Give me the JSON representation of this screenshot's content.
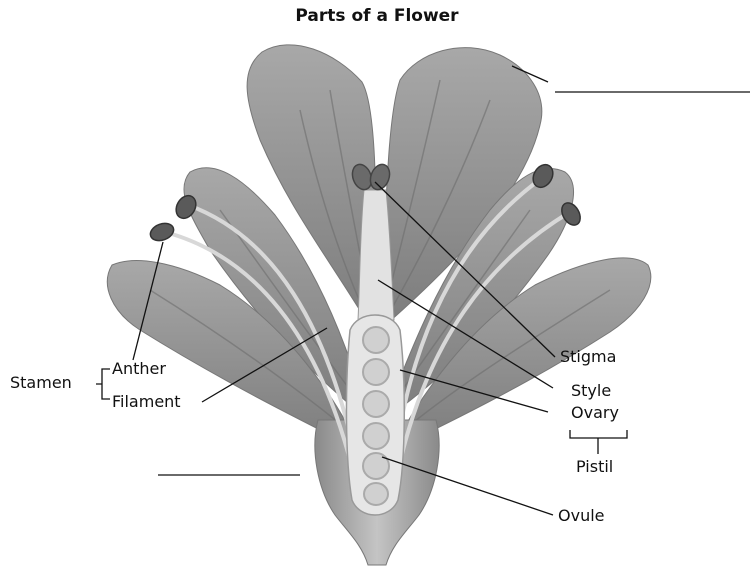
{
  "title": "Parts of a Flower",
  "labels": {
    "stamen": "Stamen",
    "anther": "Anther",
    "filament": "Filament",
    "stigma": "Stigma",
    "style": "Style",
    "ovary": "Ovary",
    "pistil": "Pistil",
    "ovule": "Ovule"
  },
  "colors": {
    "petal_fill": "#9a9a9a",
    "petal_vein": "#6e6e6e",
    "style_fill": "#e2e2e2",
    "anther_fill": "#5a5a5a",
    "line": "#111111"
  }
}
